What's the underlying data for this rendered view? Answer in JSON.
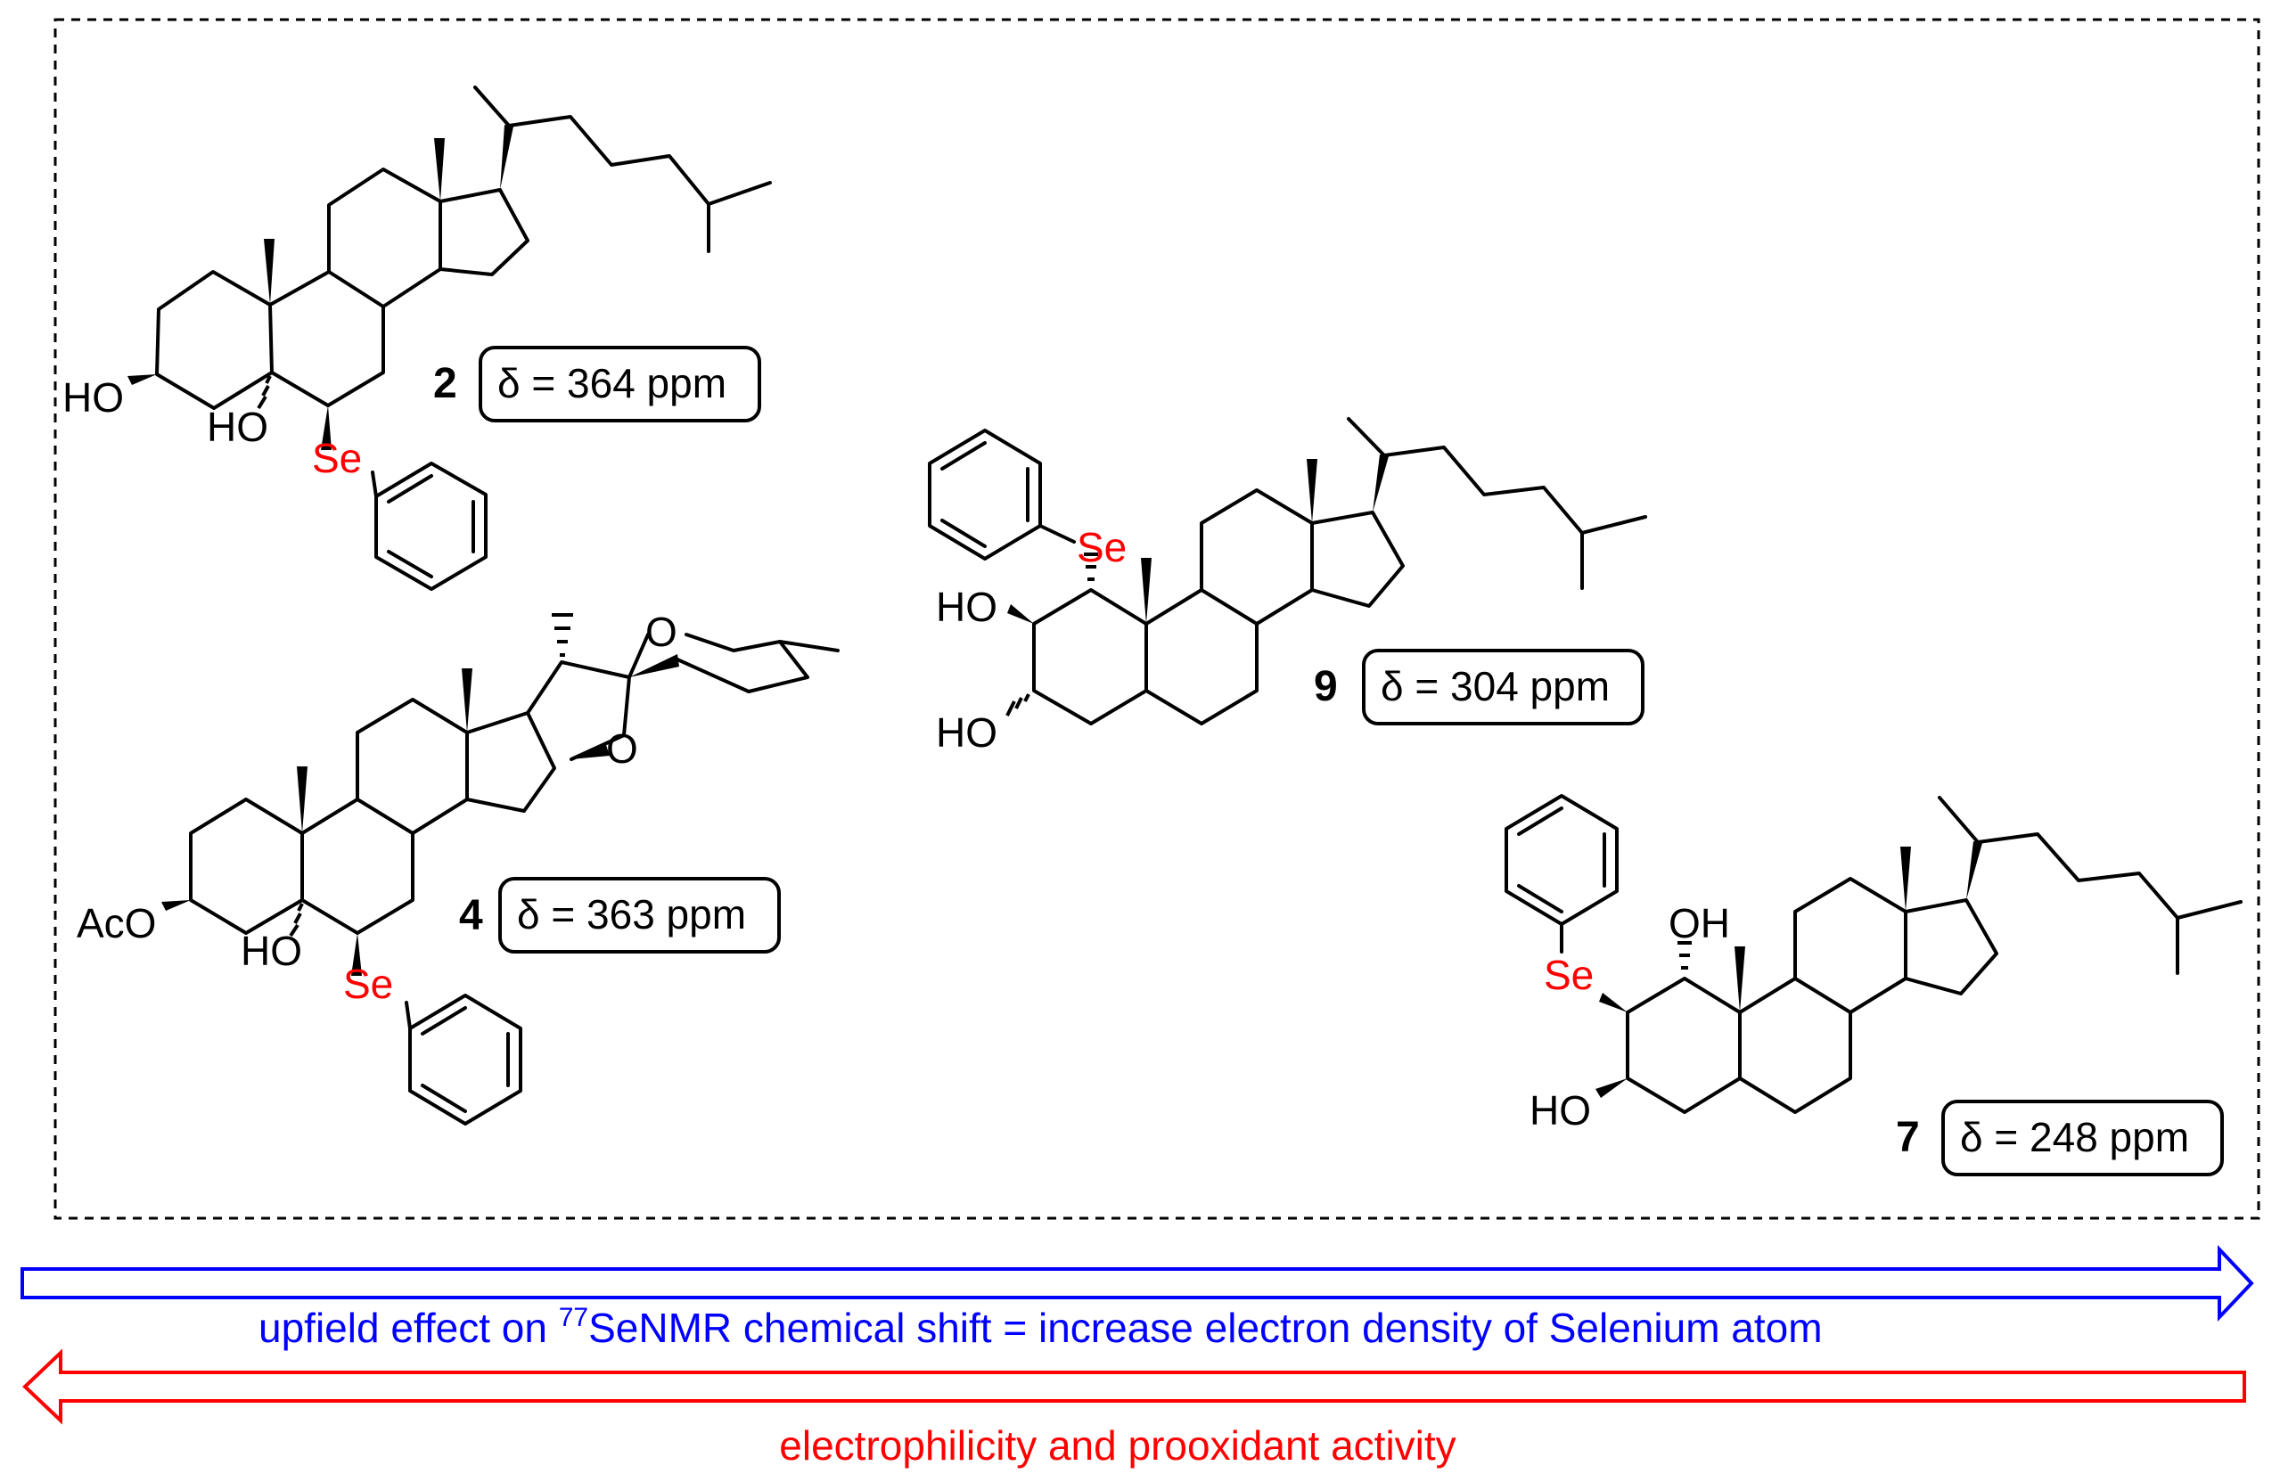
{
  "compounds": [
    {
      "id": "2",
      "shift": "δ = 364 ppm"
    },
    {
      "id": "4",
      "shift": "δ = 363 ppm"
    },
    {
      "id": "9",
      "shift": "δ = 304 ppm"
    },
    {
      "id": "7",
      "shift": "δ = 248 ppm"
    }
  ],
  "atoms": {
    "ho": "HO",
    "oh": "OH",
    "aco": "AcO",
    "se": "Se",
    "o": "O"
  },
  "arrows": {
    "upfield": {
      "text_before": "upfield effect on ",
      "superscript": "77",
      "text_after": "SeNMR chemical shift = increase electron density of Selenium atom",
      "color": "#0000ff",
      "direction": "right"
    },
    "electrophilicity": {
      "text": "electrophilicity and prooxidant activity",
      "color": "#ff0000",
      "direction": "left"
    }
  },
  "colors": {
    "selenium": "#ff0000",
    "frame": "#000000"
  }
}
